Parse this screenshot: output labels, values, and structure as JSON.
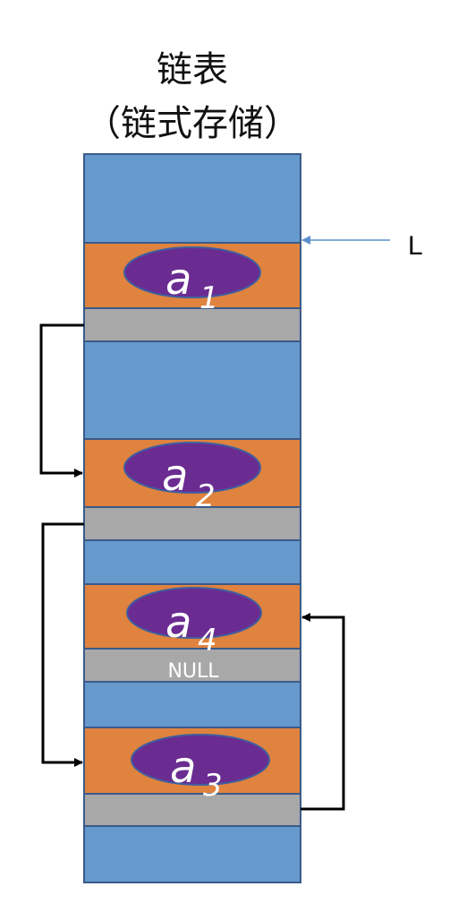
{
  "title": "链表",
  "subtitle": "（链式存储）",
  "pointer_label": "L",
  "nodes": [
    {
      "letter": "a",
      "sub": "1"
    },
    {
      "letter": "a",
      "sub": "2"
    },
    {
      "letter": "a",
      "sub": "4",
      "next": "NULL"
    },
    {
      "letter": "a",
      "sub": "3"
    }
  ],
  "colors": {
    "memory": "#6699CC",
    "data": "#E0833E",
    "pointer": "#A8A8A8",
    "ellipse": "#6A2C91",
    "border": "#3A5A8A"
  }
}
